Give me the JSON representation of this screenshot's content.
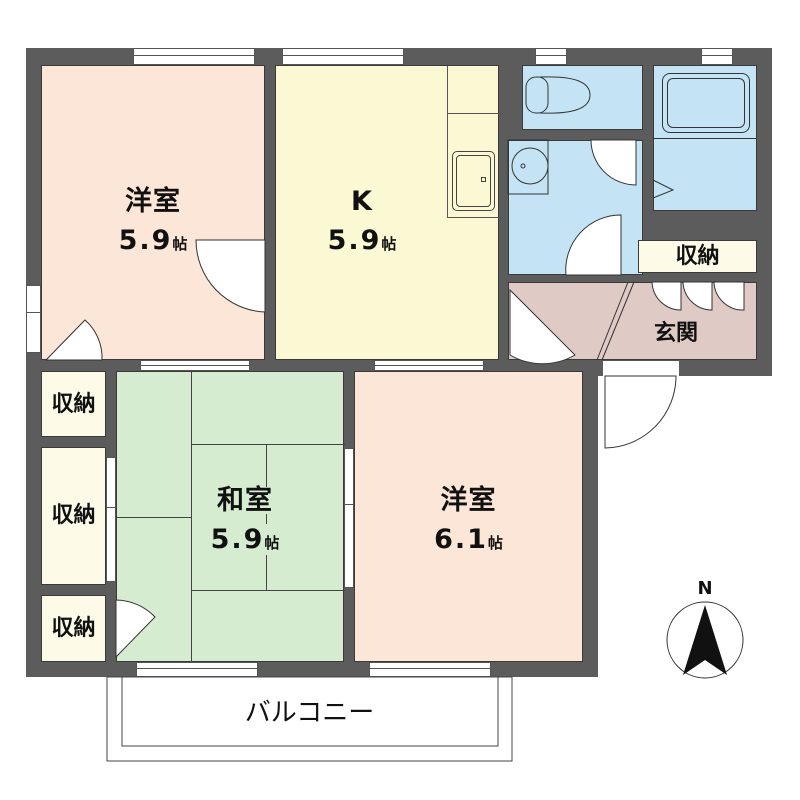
{
  "floorplan": {
    "rooms": [
      {
        "id": "western-room-1",
        "name": "洋室",
        "size": "5.9",
        "unit": "帖",
        "color": "#fce6d8"
      },
      {
        "id": "kitchen",
        "name": "K",
        "size": "5.9",
        "unit": "帖",
        "color": "#fbf9d4"
      },
      {
        "id": "japanese-room",
        "name": "和室",
        "size": "5.9",
        "unit": "帖",
        "color": "#d6ecd0"
      },
      {
        "id": "western-room-2",
        "name": "洋室",
        "size": "6.1",
        "unit": "帖",
        "color": "#fce6d8"
      },
      {
        "id": "entrance",
        "name": "玄関",
        "color": "#e0cac6"
      },
      {
        "id": "wet-area",
        "name": "",
        "color": "#c4e4f6"
      }
    ],
    "storage": [
      {
        "id": "storage-entrance",
        "name": "収納"
      },
      {
        "id": "storage-left-1",
        "name": "収納"
      },
      {
        "id": "storage-left-2",
        "name": "収納"
      },
      {
        "id": "storage-left-3",
        "name": "収納"
      }
    ],
    "balcony": {
      "name": "バルコニー"
    },
    "compass": {
      "label": "N"
    },
    "colors": {
      "wall": "#5c5c5c",
      "storage": "#fdfbe8"
    }
  }
}
